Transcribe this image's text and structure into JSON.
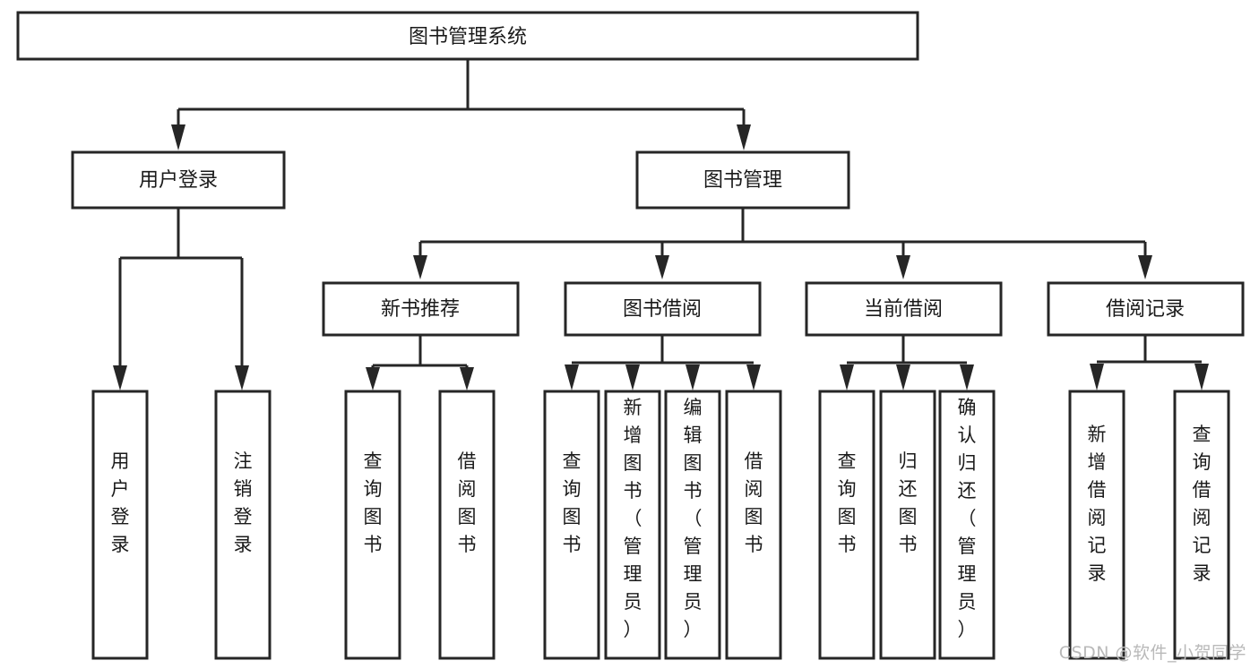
{
  "diagram": {
    "type": "tree-hierarchy",
    "title": "图书管理系统",
    "watermark": "CSDN @软件_小贺同学",
    "colors": {
      "stroke": "#262626",
      "fill": "#ffffff",
      "text": "#1a1a1a",
      "watermark": "#b9b9b9",
      "background": "#ffffff"
    },
    "nodes": {
      "root": {
        "label": "图书管理系统"
      },
      "level2": [
        {
          "id": "user-login",
          "label": "用户登录"
        },
        {
          "id": "book-manage",
          "label": "图书管理"
        }
      ],
      "level3": [
        {
          "id": "new-book-recommend",
          "label": "新书推荐"
        },
        {
          "id": "book-borrow",
          "label": "图书借阅"
        },
        {
          "id": "current-borrow",
          "label": "当前借阅"
        },
        {
          "id": "borrow-record",
          "label": "借阅记录"
        }
      ],
      "leaves": {
        "user-login": [
          {
            "id": "leaf-user-login",
            "label": "用户登录"
          },
          {
            "id": "leaf-logout",
            "label": "注销登录"
          }
        ],
        "new-book-recommend": [
          {
            "id": "leaf-query-book-1",
            "label": "查询图书"
          },
          {
            "id": "leaf-borrow-book-1",
            "label": "借阅图书"
          }
        ],
        "book-borrow": [
          {
            "id": "leaf-query-book-2",
            "label": "查询图书"
          },
          {
            "id": "leaf-add-book",
            "label": "新增图书（管理员）"
          },
          {
            "id": "leaf-edit-book",
            "label": "编辑图书（管理员）"
          },
          {
            "id": "leaf-borrow-book-2",
            "label": "借阅图书"
          }
        ],
        "current-borrow": [
          {
            "id": "leaf-query-book-3",
            "label": "查询图书"
          },
          {
            "id": "leaf-return-book",
            "label": "归还图书"
          },
          {
            "id": "leaf-confirm-return",
            "label": "确认归还（管理员）"
          }
        ],
        "borrow-record": [
          {
            "id": "leaf-add-record",
            "label": "新增借阅记录"
          },
          {
            "id": "leaf-query-record",
            "label": "查询借阅记录"
          }
        ]
      }
    }
  }
}
